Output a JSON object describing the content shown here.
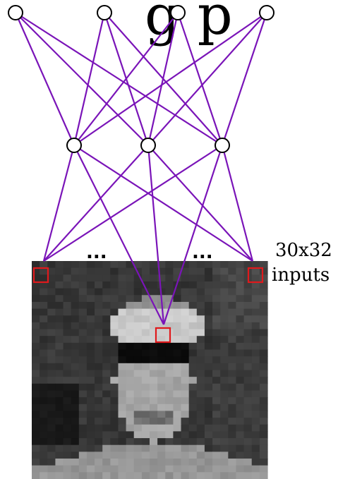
{
  "title_fragment": "g p",
  "network": {
    "layers": {
      "output": {
        "node_count": 4
      },
      "hidden": {
        "node_count": 3
      }
    },
    "edge_color": "#7a14b8"
  },
  "input_layer": {
    "ellipsis_left": "...",
    "ellipsis_right": "...",
    "size_label": "30x32",
    "inputs_label": "inputs",
    "highlight_color": "#e0191c",
    "image_grid": {
      "cols": 30,
      "rows": 32
    }
  }
}
